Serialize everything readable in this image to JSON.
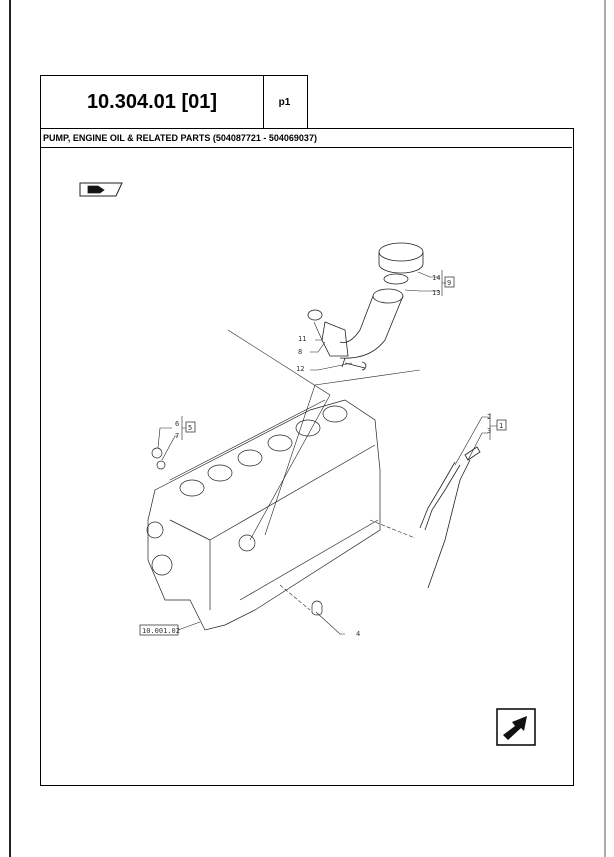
{
  "title": "10.304.01 [01]",
  "page": "p1",
  "section_header": "PUMP, ENGINE OIL & RELATED PARTS (504087721 - 504069037)",
  "callouts": {
    "c14": "14",
    "c13": "13",
    "c9": "9",
    "c11": "11",
    "c8": "8",
    "c12": "12",
    "c6": "6",
    "c7": "7",
    "c5": "5",
    "c2": "2",
    "c3": "3",
    "c1": "1",
    "c4": "4",
    "ref": "10.001.02"
  },
  "icons": {
    "top": "book-hand-icon",
    "nav": "next-page-arrow-icon"
  }
}
